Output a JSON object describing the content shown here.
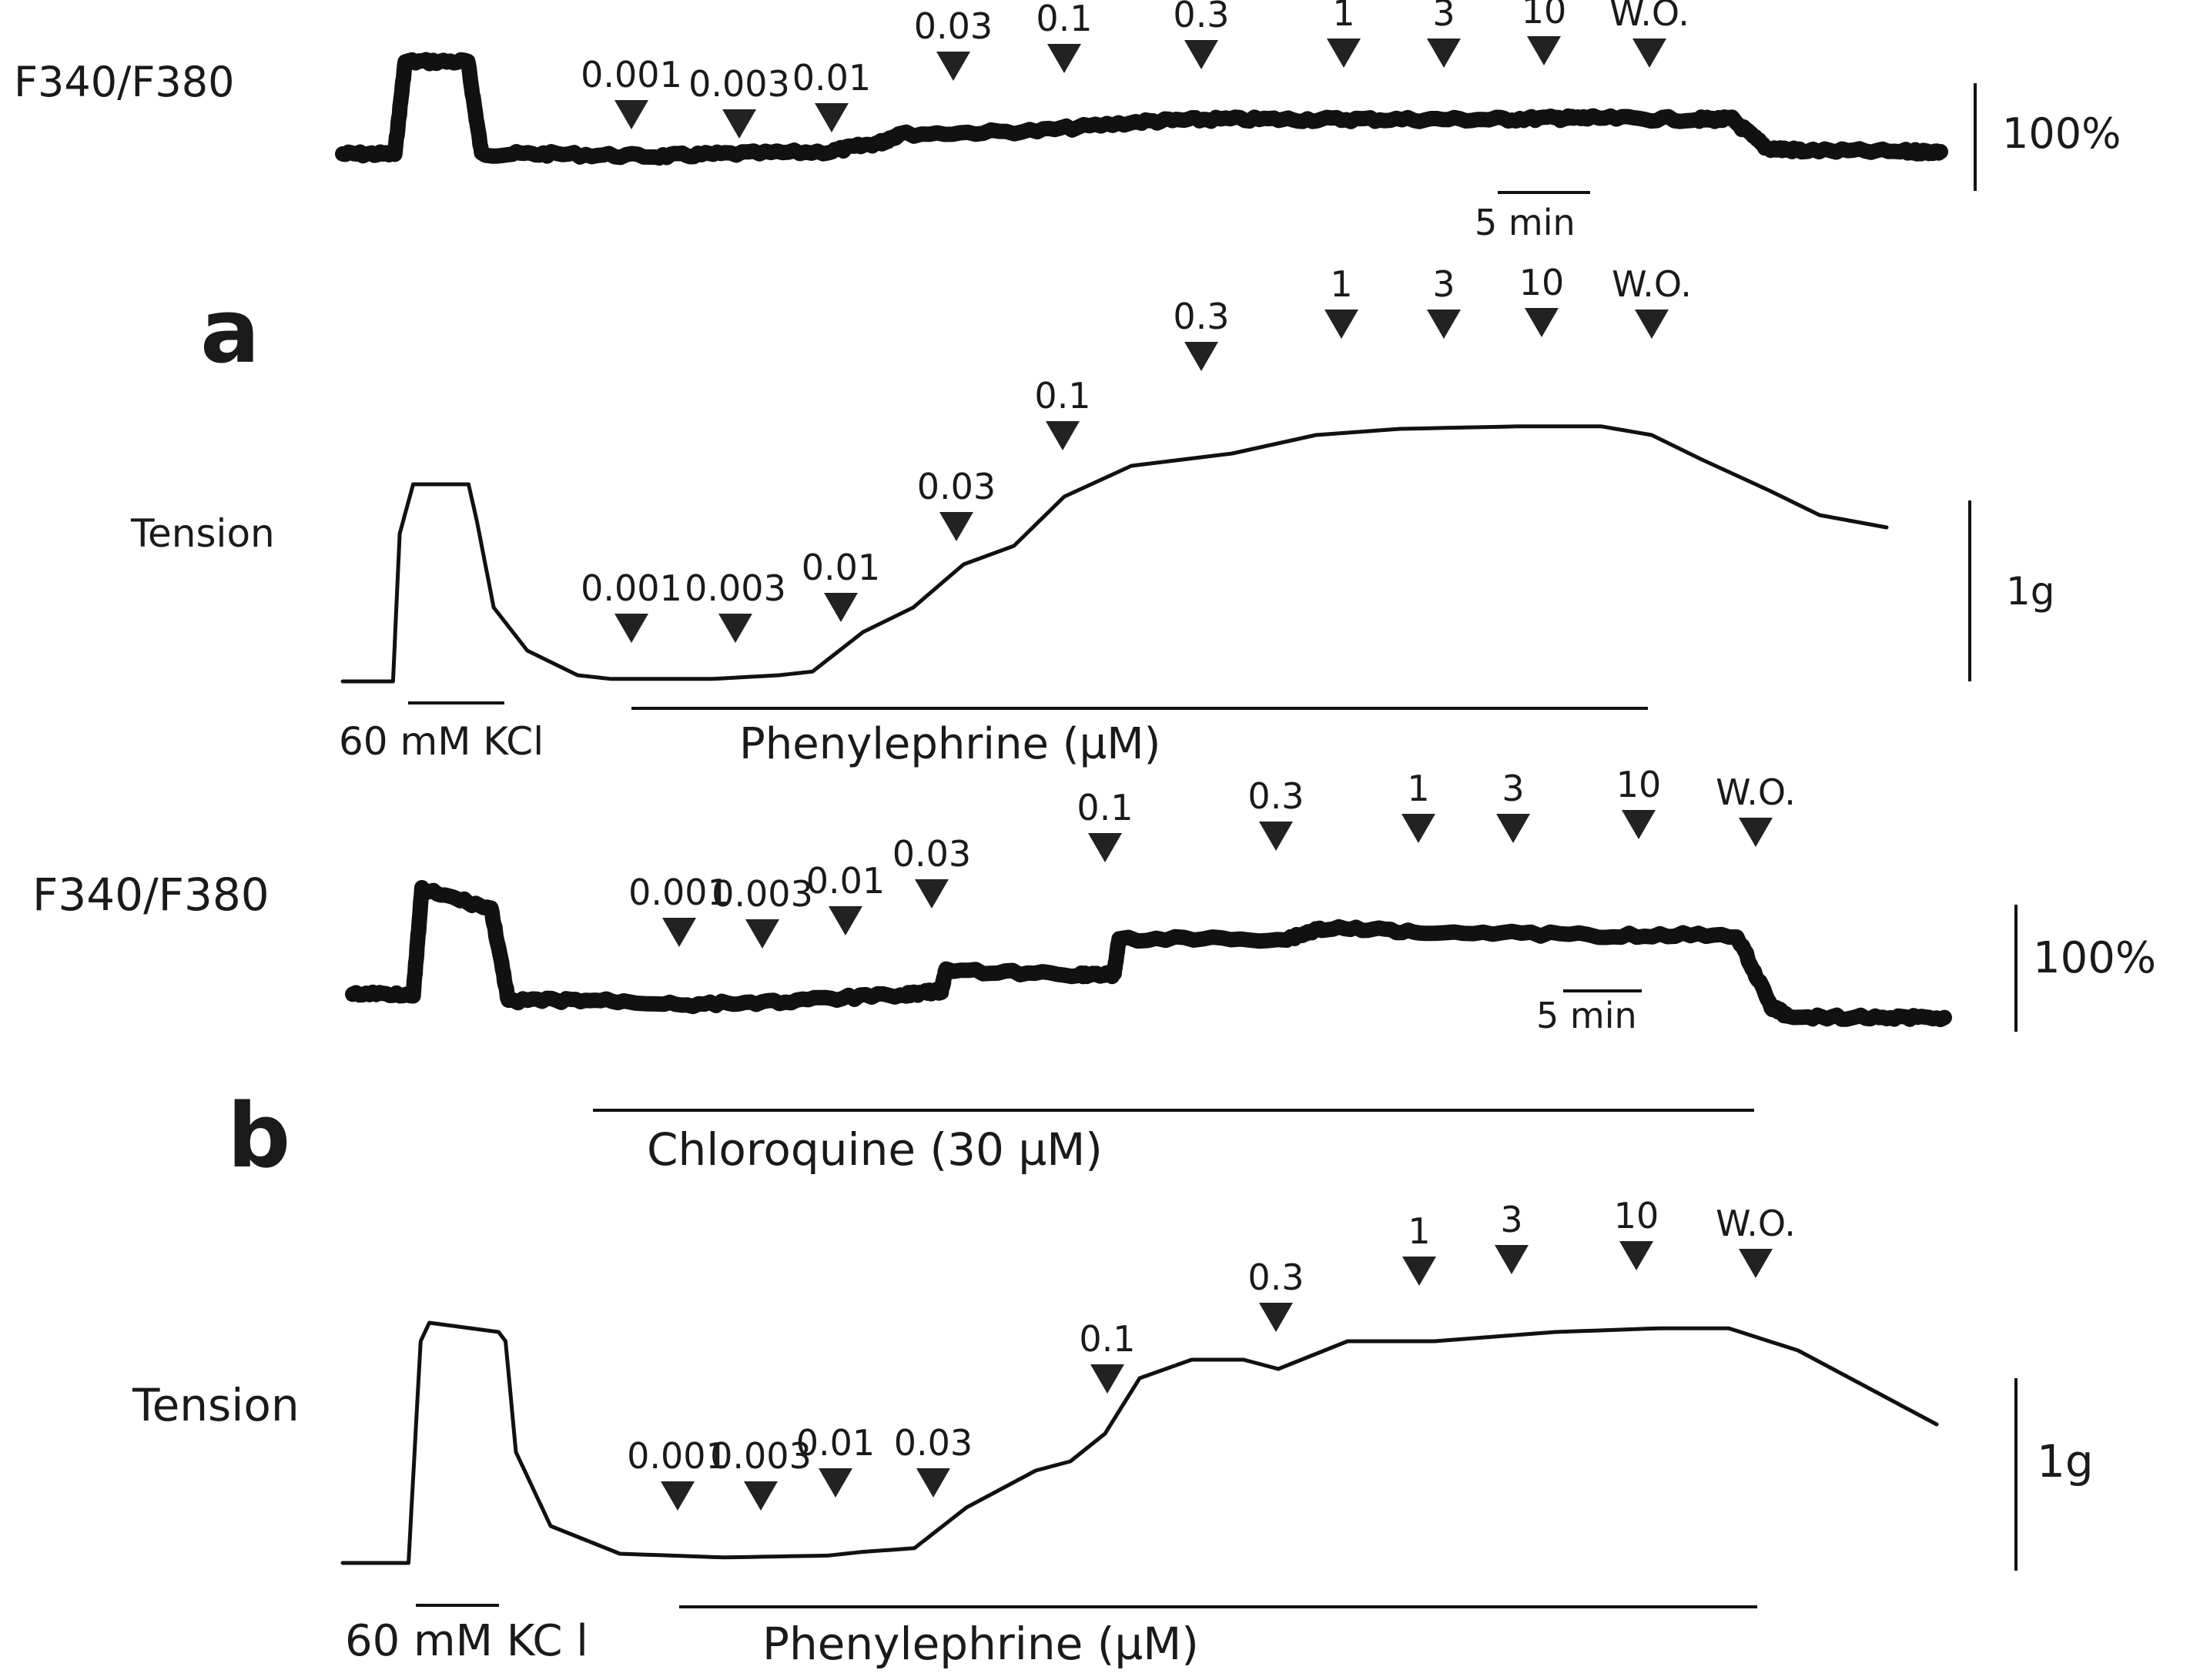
{
  "chart_data": [
    {
      "panel": "a",
      "type": "line",
      "trace_label": "F340/F380",
      "ylabel_scale": "100%",
      "time_scale_label": "5 min",
      "doses_label_values": [
        "0.001",
        "0.003",
        "0.01",
        "0.03",
        "0.1",
        "0.3",
        "1",
        "3",
        "10",
        "W.O."
      ],
      "series": [
        {
          "x": [
            0,
            3,
            3.6,
            7.2,
            8,
            12,
            18,
            22,
            28,
            31,
            32,
            40,
            46,
            50,
            55,
            60,
            66,
            70,
            72,
            78,
            80,
            82,
            84,
            90,
            92
          ],
          "values": [
            0.2,
            0.2,
            1.0,
            1.0,
            0.2,
            0.2,
            0.18,
            0.2,
            0.22,
            0.3,
            0.37,
            0.4,
            0.48,
            0.5,
            0.5,
            0.5,
            0.5,
            0.51,
            0.51,
            0.5,
            0.5,
            0.25,
            0.23,
            0.22,
            0.22
          ]
        }
      ]
    },
    {
      "panel": "a",
      "type": "line",
      "trace_label": "Tension",
      "ylabel_scale": "1g",
      "doses_label_values": [
        "0.001",
        "0.003",
        "0.01",
        "0.03",
        "0.1",
        "0.3",
        "1",
        "3",
        "10",
        "W.O."
      ],
      "kcl_label": "60 mM KCl",
      "agonist_label": "Phenylephrine (µM)",
      "series": [
        {
          "x": [
            0,
            3,
            3.4,
            4.2,
            7.5,
            8,
            9,
            11,
            14,
            16,
            22,
            26,
            28,
            31,
            34,
            37,
            40,
            43,
            47,
            53,
            58,
            63,
            70,
            75,
            78,
            81,
            85,
            88,
            92
          ],
          "values": [
            0,
            0,
            1.2,
            1.6,
            1.6,
            1.3,
            0.6,
            0.25,
            0.05,
            0.02,
            0.02,
            0.05,
            0.08,
            0.4,
            0.6,
            0.95,
            1.1,
            1.5,
            1.75,
            1.85,
            2.0,
            2.05,
            2.07,
            2.07,
            2.0,
            1.8,
            1.55,
            1.35,
            1.25
          ]
        }
      ]
    },
    {
      "panel": "b",
      "type": "line",
      "trace_label": "F340/F380",
      "ylabel_scale": "100%",
      "time_scale_label": "5 min",
      "doses_label_values": [
        "0.001",
        "0.003",
        "0.01",
        "0.03",
        "0.1",
        "0.3",
        "1",
        "3",
        "10",
        "W.O."
      ],
      "treatment_label": "Chloroquine (30 µM)",
      "series": [
        {
          "x": [
            0,
            3.5,
            4,
            8,
            9,
            14,
            20,
            26,
            32,
            34,
            34.3,
            42,
            44,
            44.3,
            54,
            56,
            62,
            72,
            80,
            82,
            83,
            88,
            92
          ],
          "values": [
            0.2,
            0.2,
            1.0,
            0.85,
            0.15,
            0.15,
            0.12,
            0.15,
            0.2,
            0.22,
            0.38,
            0.35,
            0.35,
            0.62,
            0.62,
            0.7,
            0.68,
            0.65,
            0.65,
            0.1,
            0.03,
            0.02,
            0.02
          ]
        }
      ]
    },
    {
      "panel": "b",
      "type": "line",
      "trace_label": "Tension",
      "ylabel_scale": "1g",
      "doses_label_values": [
        "0.001",
        "0.003",
        "0.01",
        "0.03",
        "0.1",
        "0.3",
        "1",
        "3",
        "10",
        "W.O."
      ],
      "kcl_label": "60 mM KC l",
      "agonist_label": "Phenylephrine (µM)",
      "series": [
        {
          "x": [
            0,
            3.8,
            4.5,
            5,
            9,
            9.4,
            10,
            12,
            16,
            22,
            28,
            30,
            33,
            36,
            40,
            42,
            44,
            46,
            49,
            52,
            54,
            58,
            63,
            70,
            76,
            80,
            84,
            88,
            92
          ],
          "values": [
            0,
            0,
            1.2,
            1.3,
            1.25,
            1.2,
            0.6,
            0.2,
            0.05,
            0.03,
            0.04,
            0.06,
            0.08,
            0.3,
            0.5,
            0.55,
            0.7,
            1.0,
            1.1,
            1.1,
            1.05,
            1.2,
            1.2,
            1.25,
            1.27,
            1.27,
            1.15,
            0.95,
            0.75
          ]
        }
      ]
    }
  ],
  "labels": {
    "panel_a": "a",
    "panel_b": "b",
    "a_ratio": "F340/F380",
    "a_ratio_doses": [
      "0.001",
      "0.003",
      "0.01",
      "0.03",
      "0.1",
      "0.3",
      "1",
      "3",
      "10",
      "W.O."
    ],
    "a_ratio_scale": "100%",
    "a_ratio_time": "5 min",
    "a_tension": "Tension",
    "a_tension_doses": [
      "0.001",
      "0.003",
      "0.01",
      "0.03",
      "0.1",
      "0.3",
      "1",
      "3",
      "10",
      "W.O."
    ],
    "a_tension_scale": "1g",
    "a_kcl": "60 mM KCl",
    "a_pe": "Phenylephrine (µM)",
    "b_ratio": "F340/F380",
    "b_ratio_doses": [
      "0.001",
      "0.003",
      "0.01",
      "0.03",
      "0.1",
      "0.3",
      "1",
      "3",
      "10",
      "W.O."
    ],
    "b_ratio_scale": "100%",
    "b_ratio_time": "5 min",
    "b_chloroquine": "Chloroquine (30 µM)",
    "b_tension": "Tension",
    "b_tension_doses": [
      "0.001",
      "0.003",
      "0.01",
      "0.03",
      "0.1",
      "0.3",
      "1",
      "3",
      "10",
      "W.O."
    ],
    "b_tension_scale": "1g",
    "b_kcl": "60 mM KC l",
    "b_pe": "Phenylephrine (µM)"
  }
}
